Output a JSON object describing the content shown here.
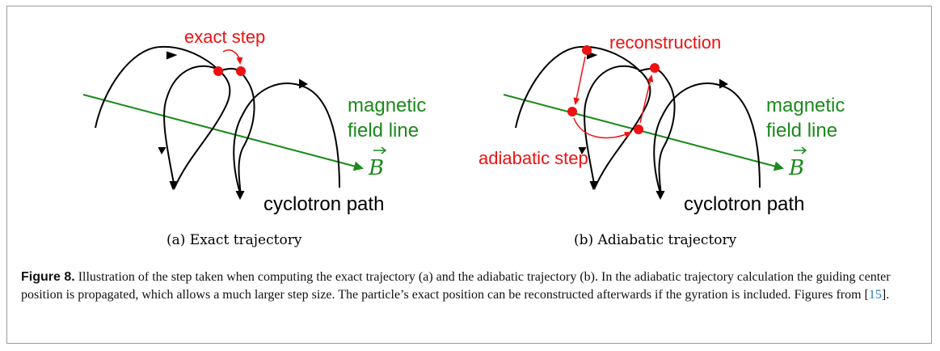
{
  "panel_a": {
    "annotation": "exact step",
    "field_label_line1": "magnetic",
    "field_label_line2": "field line",
    "vector_symbol": "B",
    "path_label": "cyclotron path",
    "subcaption": "(a)  Exact trajectory"
  },
  "panel_b": {
    "annotation_top": "reconstruction",
    "annotation_left": "adiabatic step",
    "field_label_line1": "magnetic",
    "field_label_line2": "field line",
    "vector_symbol": "B",
    "path_label": "cyclotron path",
    "subcaption": "(b)  Adiabatic trajectory"
  },
  "caption": {
    "figure_label": "Figure 8.",
    "text": " Illustration of the step taken when computing the exact trajectory (a) and the adiabatic trajectory (b). In the adiabatic trajectory calculation the guiding center position is propagated, which allows a much larger step size. The particle’s exact position can be reconstructed afterwards if the gyration is included. Figures from [",
    "reference": "15",
    "text_end": "]."
  },
  "colors": {
    "red": "#ee1111",
    "green": "#1a8a1a",
    "black": "#000000"
  }
}
